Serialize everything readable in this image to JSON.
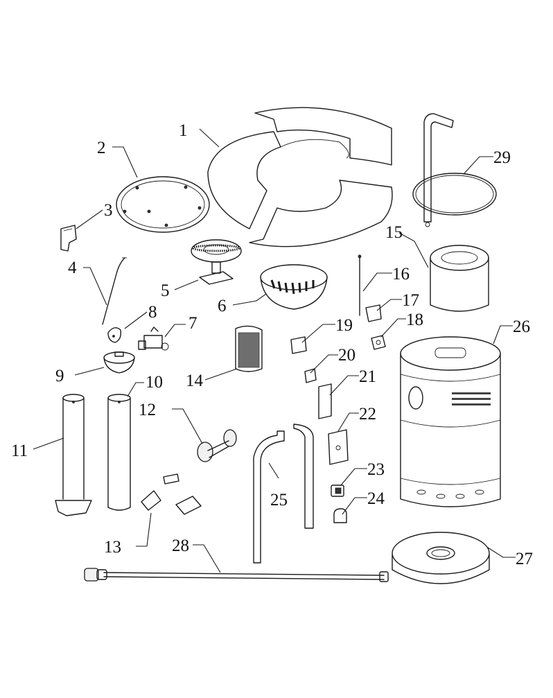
{
  "labels": [
    "1",
    "2",
    "3",
    "4",
    "5",
    "6",
    "7",
    "8",
    "9",
    "10",
    "11",
    "12",
    "13",
    "14",
    "15",
    "16",
    "17",
    "18",
    "19",
    "20",
    "21",
    "22",
    "23",
    "24",
    "25",
    "26",
    "27",
    "28",
    "29"
  ],
  "colors": {
    "ink": "#1a1a1a",
    "background": "#ffffff"
  }
}
